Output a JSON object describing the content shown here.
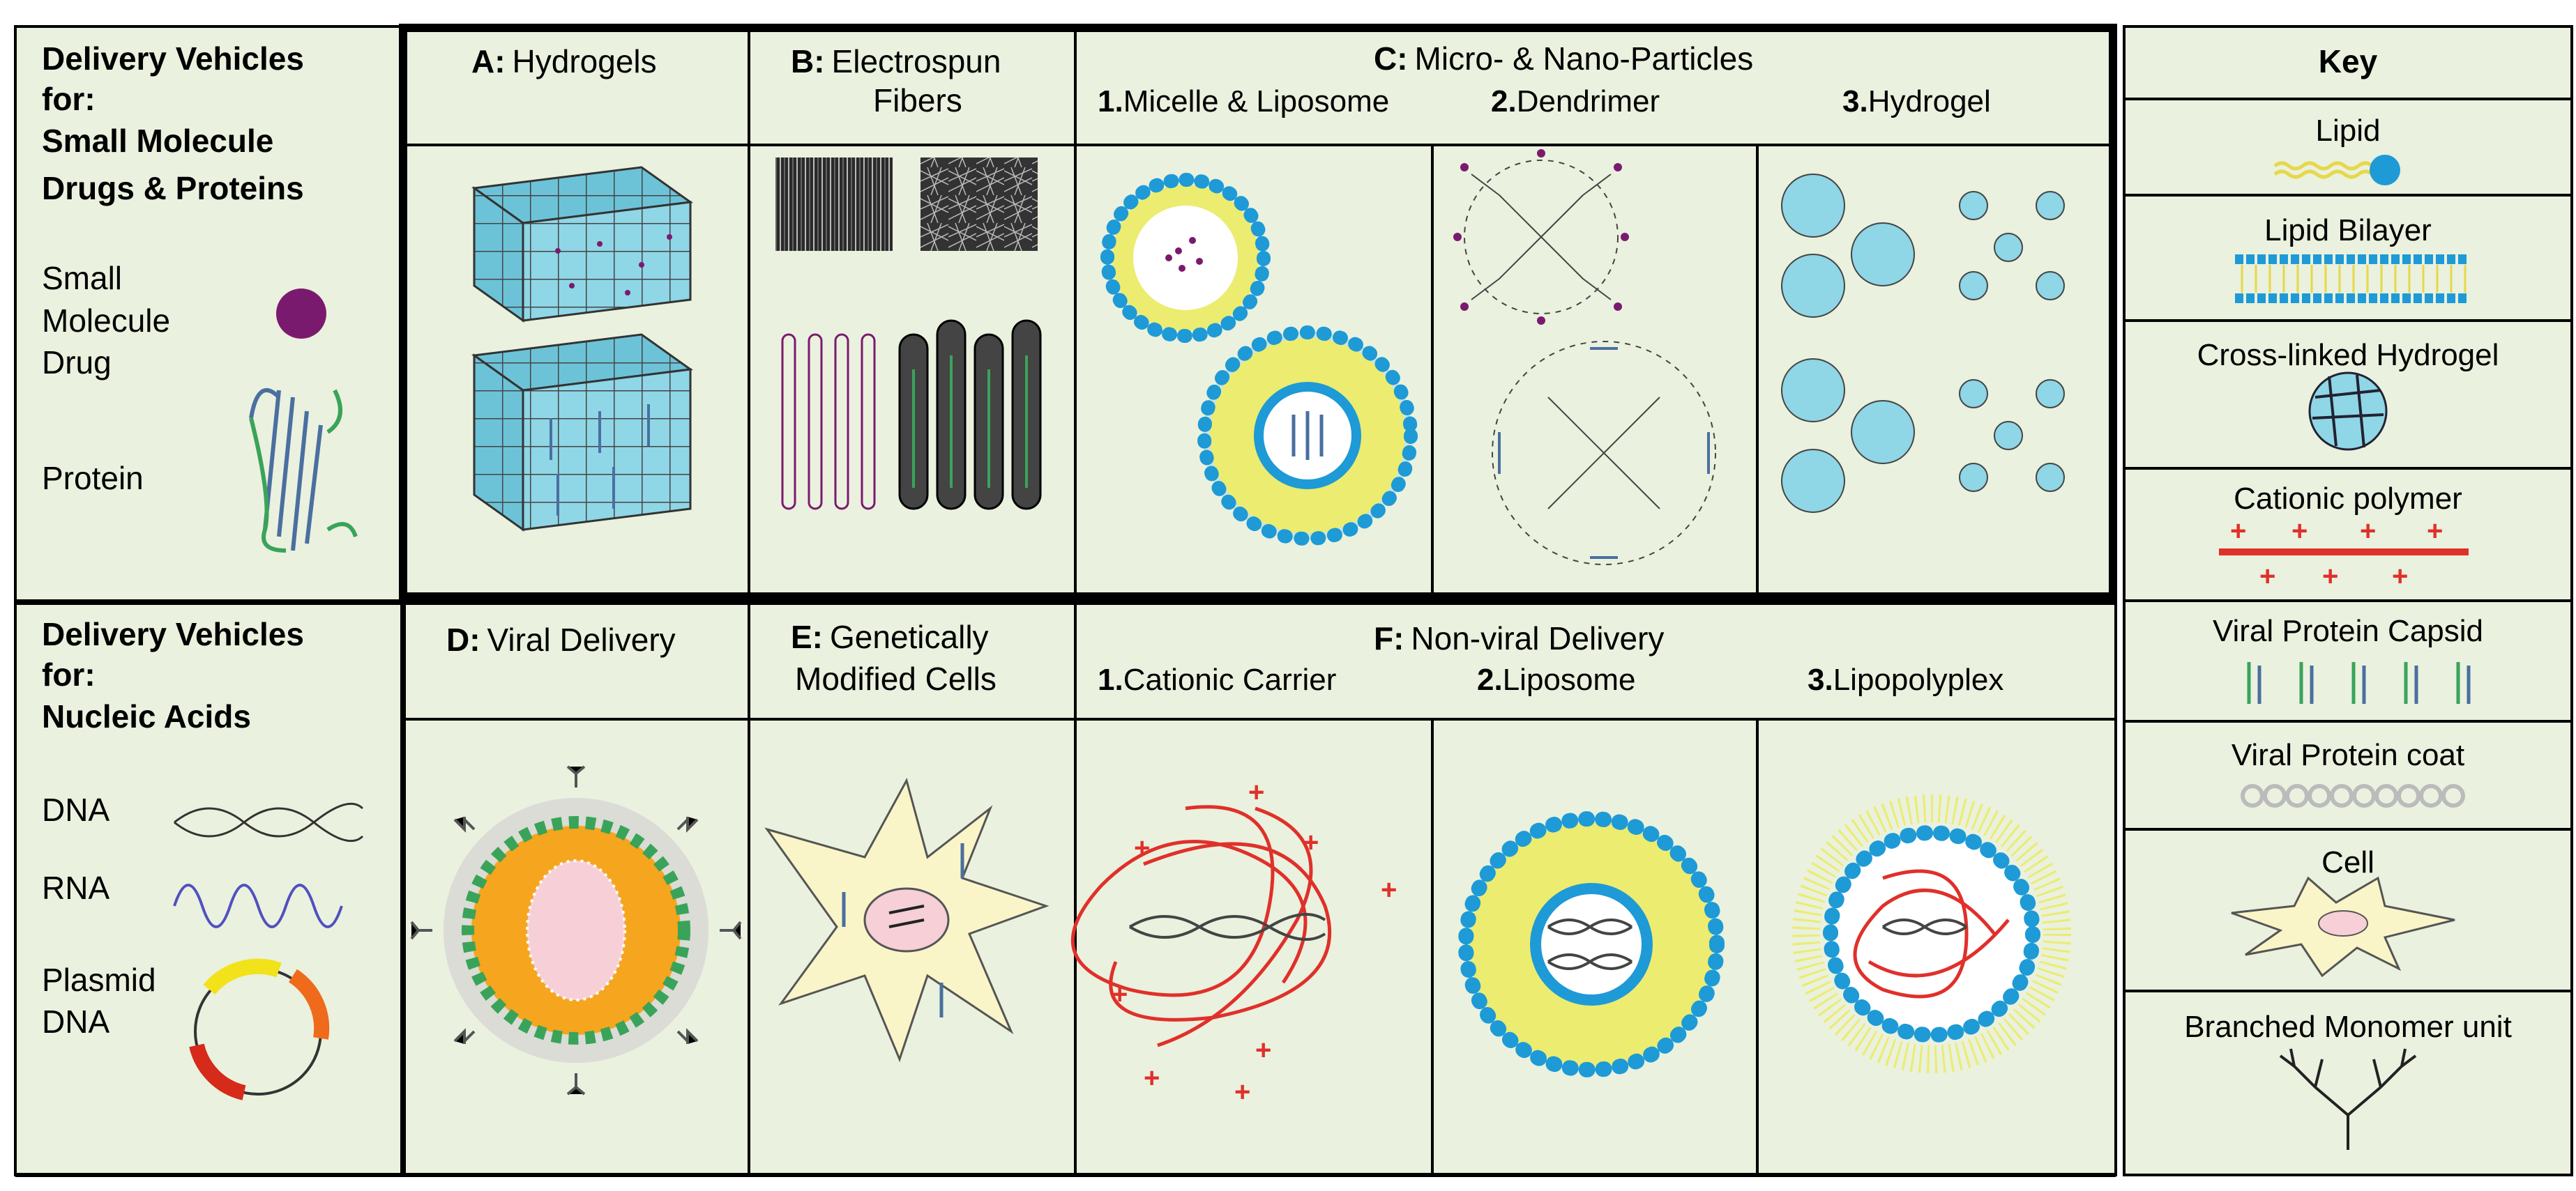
{
  "colors": {
    "panel_background": "#eaf1de",
    "lipid_blue": "#1e9ad6",
    "lipid_yellow": "#ecec70",
    "hydrogel_cyan": "#8fd6e6",
    "drug_purple": "#7a1a6e",
    "polymer_red": "#e0302a",
    "cell_yellow": "#faf5c8",
    "nucleus_pink": "#f6cfd7",
    "capsid_green": "#3aa35a",
    "viral_orange": "#f6a51e",
    "border": "#000000"
  },
  "top_section": {
    "sidebar": {
      "title_line1": "Delivery Vehicles",
      "title_line2": "for:",
      "title_line3": "Small Molecule",
      "title_line4": "Drugs & Proteins",
      "small_molecule_line1": "Small",
      "small_molecule_line2": "Molecule",
      "small_molecule_line3": "Drug",
      "protein": "Protein"
    },
    "panel_a": {
      "letter": "A:",
      "title": "Hydrogels"
    },
    "panel_b": {
      "letter": "B:",
      "title_line1": "Electrospun",
      "title_line2": "Fibers"
    },
    "panel_c": {
      "letter": "C:",
      "title": "Micro- & Nano-Particles",
      "sub1_num": "1.",
      "sub1_label": "Micelle & Liposome",
      "sub2_num": "2.",
      "sub2_label": "Dendrimer",
      "sub3_num": "3.",
      "sub3_label": "Hydrogel"
    }
  },
  "bottom_section": {
    "sidebar": {
      "title_line1": "Delivery Vehicles",
      "title_line2": "for:",
      "title_line3": "Nucleic Acids",
      "dna": "DNA",
      "rna": "RNA",
      "plasmid_line1": "Plasmid",
      "plasmid_line2": "DNA"
    },
    "panel_d": {
      "letter": "D:",
      "title": "Viral Delivery"
    },
    "panel_e": {
      "letter": "E:",
      "title_line1": "Genetically",
      "title_line2": "Modified Cells"
    },
    "panel_f": {
      "letter": "F:",
      "title": "Non-viral Delivery",
      "sub1_num": "1.",
      "sub1_label": "Cationic Carrier",
      "sub2_num": "2.",
      "sub2_label": "Liposome",
      "sub3_num": "3.",
      "sub3_label": "Lipopolyplex"
    }
  },
  "key": {
    "title": "Key",
    "items": [
      {
        "label": "Lipid"
      },
      {
        "label": "Lipid Bilayer"
      },
      {
        "label": "Cross-linked Hydrogel"
      },
      {
        "label": "Cationic polymer"
      },
      {
        "label": "Viral Protein Capsid"
      },
      {
        "label": "Viral Protein coat"
      },
      {
        "label": "Cell"
      },
      {
        "label": "Branched Monomer unit"
      }
    ]
  },
  "icons": [
    "small-molecule-drug-icon",
    "protein-icon",
    "hydrogel-cube-icon",
    "electrospun-fiber-icon",
    "micelle-icon",
    "liposome-icon",
    "dendrimer-icon",
    "hydrogel-particle-icon",
    "dna-icon",
    "rna-icon",
    "plasmid-icon",
    "viral-particle-icon",
    "modified-cell-icon",
    "cationic-carrier-icon",
    "lipopolyplex-icon",
    "lipid-icon",
    "lipid-bilayer-icon",
    "cationic-polymer-icon",
    "viral-capsid-icon",
    "viral-coat-icon",
    "cell-icon",
    "branched-monomer-icon"
  ]
}
